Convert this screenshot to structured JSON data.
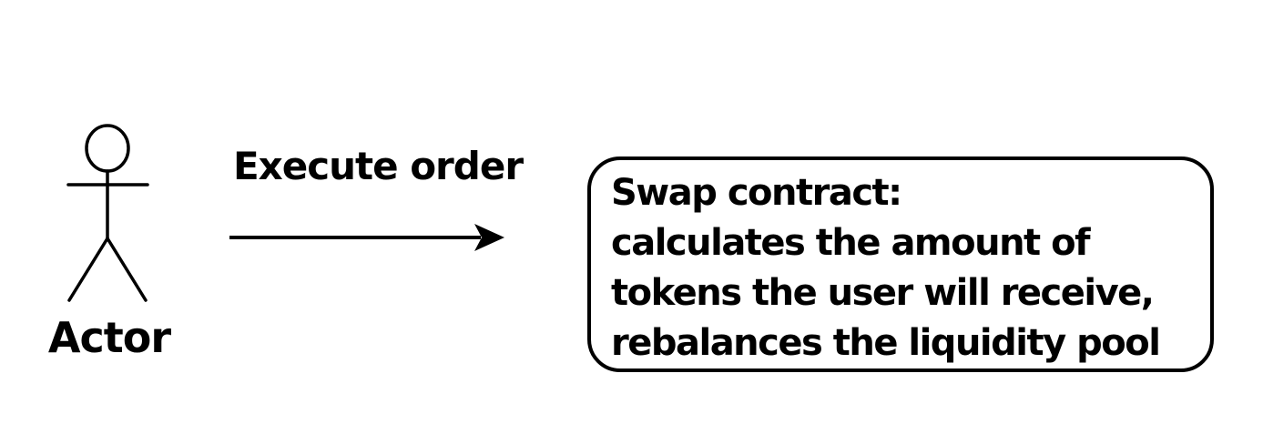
{
  "colors": {
    "ink": "#000000",
    "background": "#ffffff"
  },
  "diagram": {
    "actor": {
      "label": "Actor"
    },
    "edge": {
      "label": "Execute order"
    },
    "node": {
      "lines": [
        "Swap contract:",
        "calculates the amount of",
        "tokens the user will receive,",
        "rebalances the liquidity pool"
      ]
    }
  }
}
